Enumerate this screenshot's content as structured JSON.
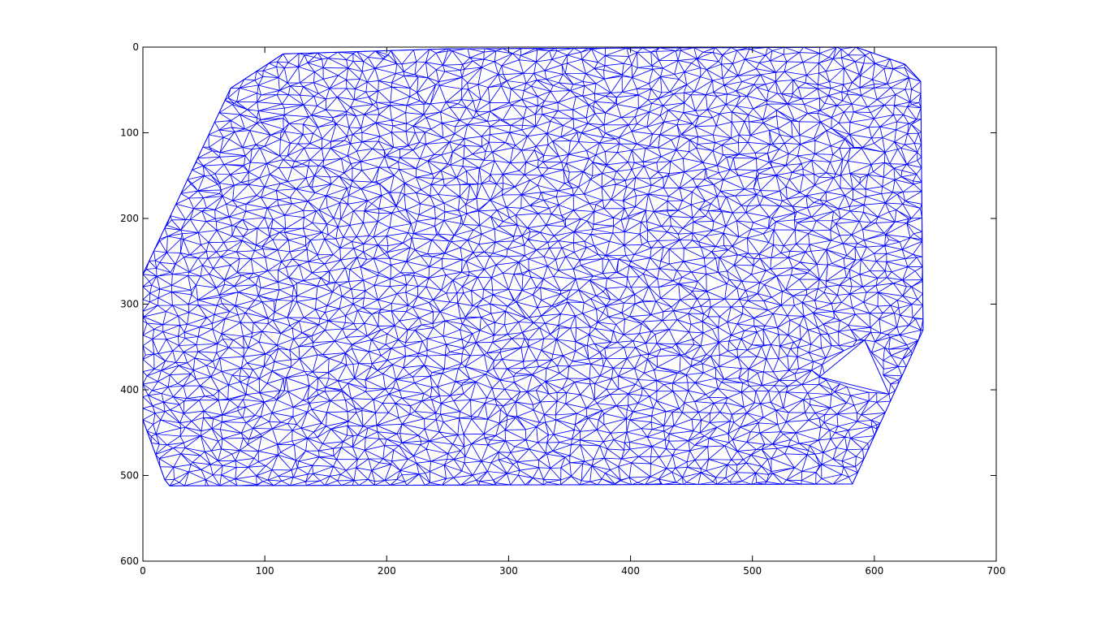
{
  "chart_data": {
    "type": "line",
    "title": "",
    "xlabel": "",
    "ylabel": "",
    "xlim": [
      0,
      700
    ],
    "ylim": [
      0,
      600
    ],
    "y_reversed": true,
    "grid": false,
    "legend": "none",
    "x_ticks": [
      0,
      100,
      200,
      300,
      400,
      500,
      600,
      700
    ],
    "y_ticks": [
      0,
      100,
      200,
      300,
      400,
      500,
      600
    ],
    "x_tick_labels": [
      "0",
      "100",
      "200",
      "300",
      "400",
      "500",
      "600",
      "700"
    ],
    "y_tick_labels": [
      "0",
      "100",
      "200",
      "300",
      "400",
      "500",
      "600"
    ],
    "series_color": "#0000ff",
    "axis_color": "#000000",
    "hull": [
      [
        0,
        265
      ],
      [
        72,
        48
      ],
      [
        115,
        8
      ],
      [
        250,
        2
      ],
      [
        585,
        0
      ],
      [
        625,
        20
      ],
      [
        638,
        40
      ],
      [
        640,
        330
      ],
      [
        582,
        510
      ],
      [
        22,
        512
      ],
      [
        18,
        505
      ],
      [
        0,
        435
      ],
      [
        0,
        265
      ]
    ],
    "notch": [
      [
        592,
        342
      ],
      [
        612,
        405
      ],
      [
        555,
        385
      ]
    ]
  }
}
